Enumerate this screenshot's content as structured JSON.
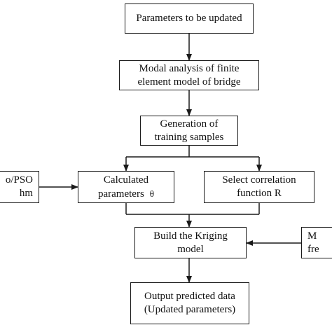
{
  "boxes": {
    "params_to_update": "Parameters to be updated",
    "modal_analysis": [
      "Modal analysis of finite",
      "element model of bridge"
    ],
    "generation": [
      "Generation of",
      "training samples"
    ],
    "left_partial": [
      "o/PSO",
      "hm"
    ],
    "calculated": [
      "Calculated",
      "parameters"
    ],
    "calculated_symbol": "θ",
    "select_corr": [
      "Select correlation",
      "function R"
    ],
    "build_kriging": [
      "Build the Kriging",
      "model"
    ],
    "right_partial": [
      "M",
      "fre"
    ],
    "output": [
      "Output predicted data",
      "(Updated parameters)"
    ]
  }
}
